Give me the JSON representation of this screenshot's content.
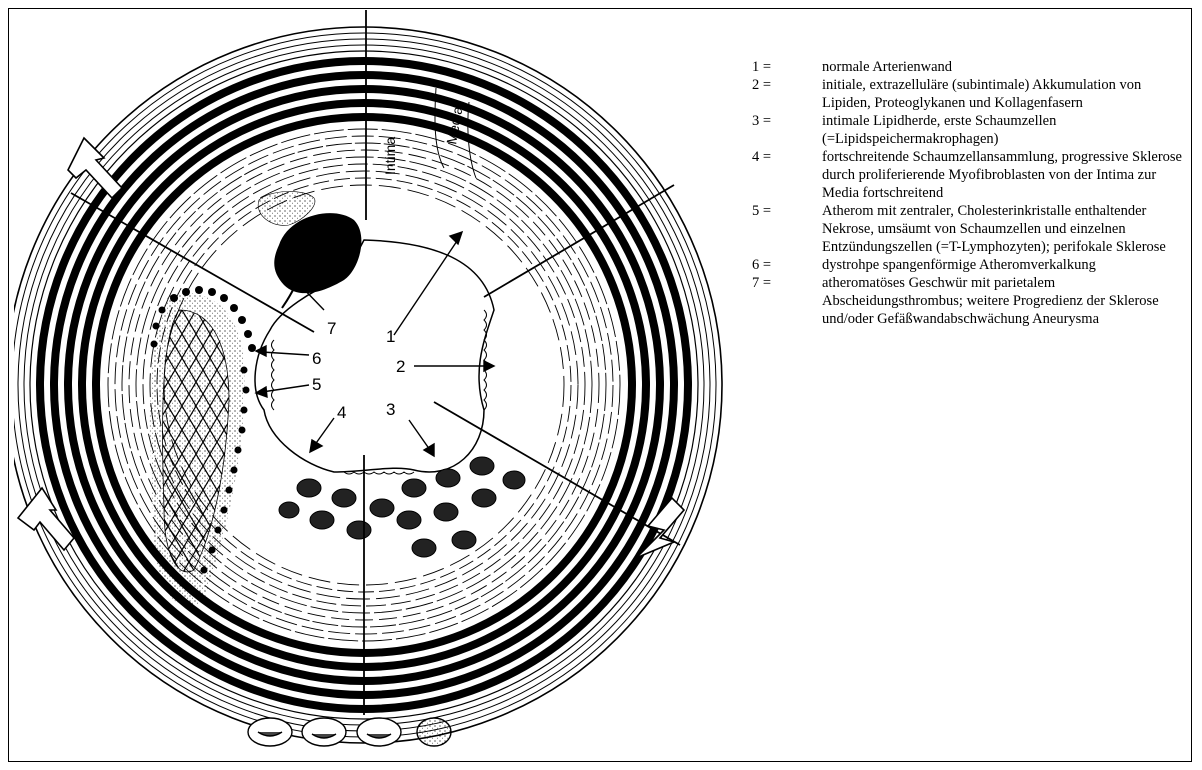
{
  "labels": {
    "intima": "Intima",
    "media": "Media",
    "n1": "1",
    "n2": "2",
    "n3": "3",
    "n4": "4",
    "n5": "5",
    "n6": "6",
    "n7": "7"
  },
  "legend": [
    {
      "num": "1 =",
      "text": "normale Arterienwand"
    },
    {
      "num": "2 =",
      "text": "initiale, extrazelluläre (subintimale) Akkumulation von Lipiden, Proteoglykanen und Kollagenfasern"
    },
    {
      "num": "3 =",
      "text": "intimale Lipidherde, erste Schaumzellen (=Lipidspeichermakrophagen)"
    },
    {
      "num": "4 =",
      "text": "fortschreitende Schaumzellansammlung, progressive Sklerose durch proliferierende Myofibroblasten von der Intima zur Media fortschreitend"
    },
    {
      "num": "5 =",
      "text": "Atherom mit zentraler, Cholesterinkristalle enthaltender Nekrose, umsäumt von Schaumzellen und einzelnen Entzündungszellen (=T-Lymphozyten); perifokale Sklerose"
    },
    {
      "num": "6 =",
      "text": "dystrohpe spangenförmige Atheromverkalkung"
    },
    {
      "num": "7 =",
      "text": "atheromatöses Geschwür mit parietalem Abscheidungsthrombus; weitere Progredienz der Sklerose und/oder Gefäßwandabschwächung Aneurysma"
    }
  ]
}
